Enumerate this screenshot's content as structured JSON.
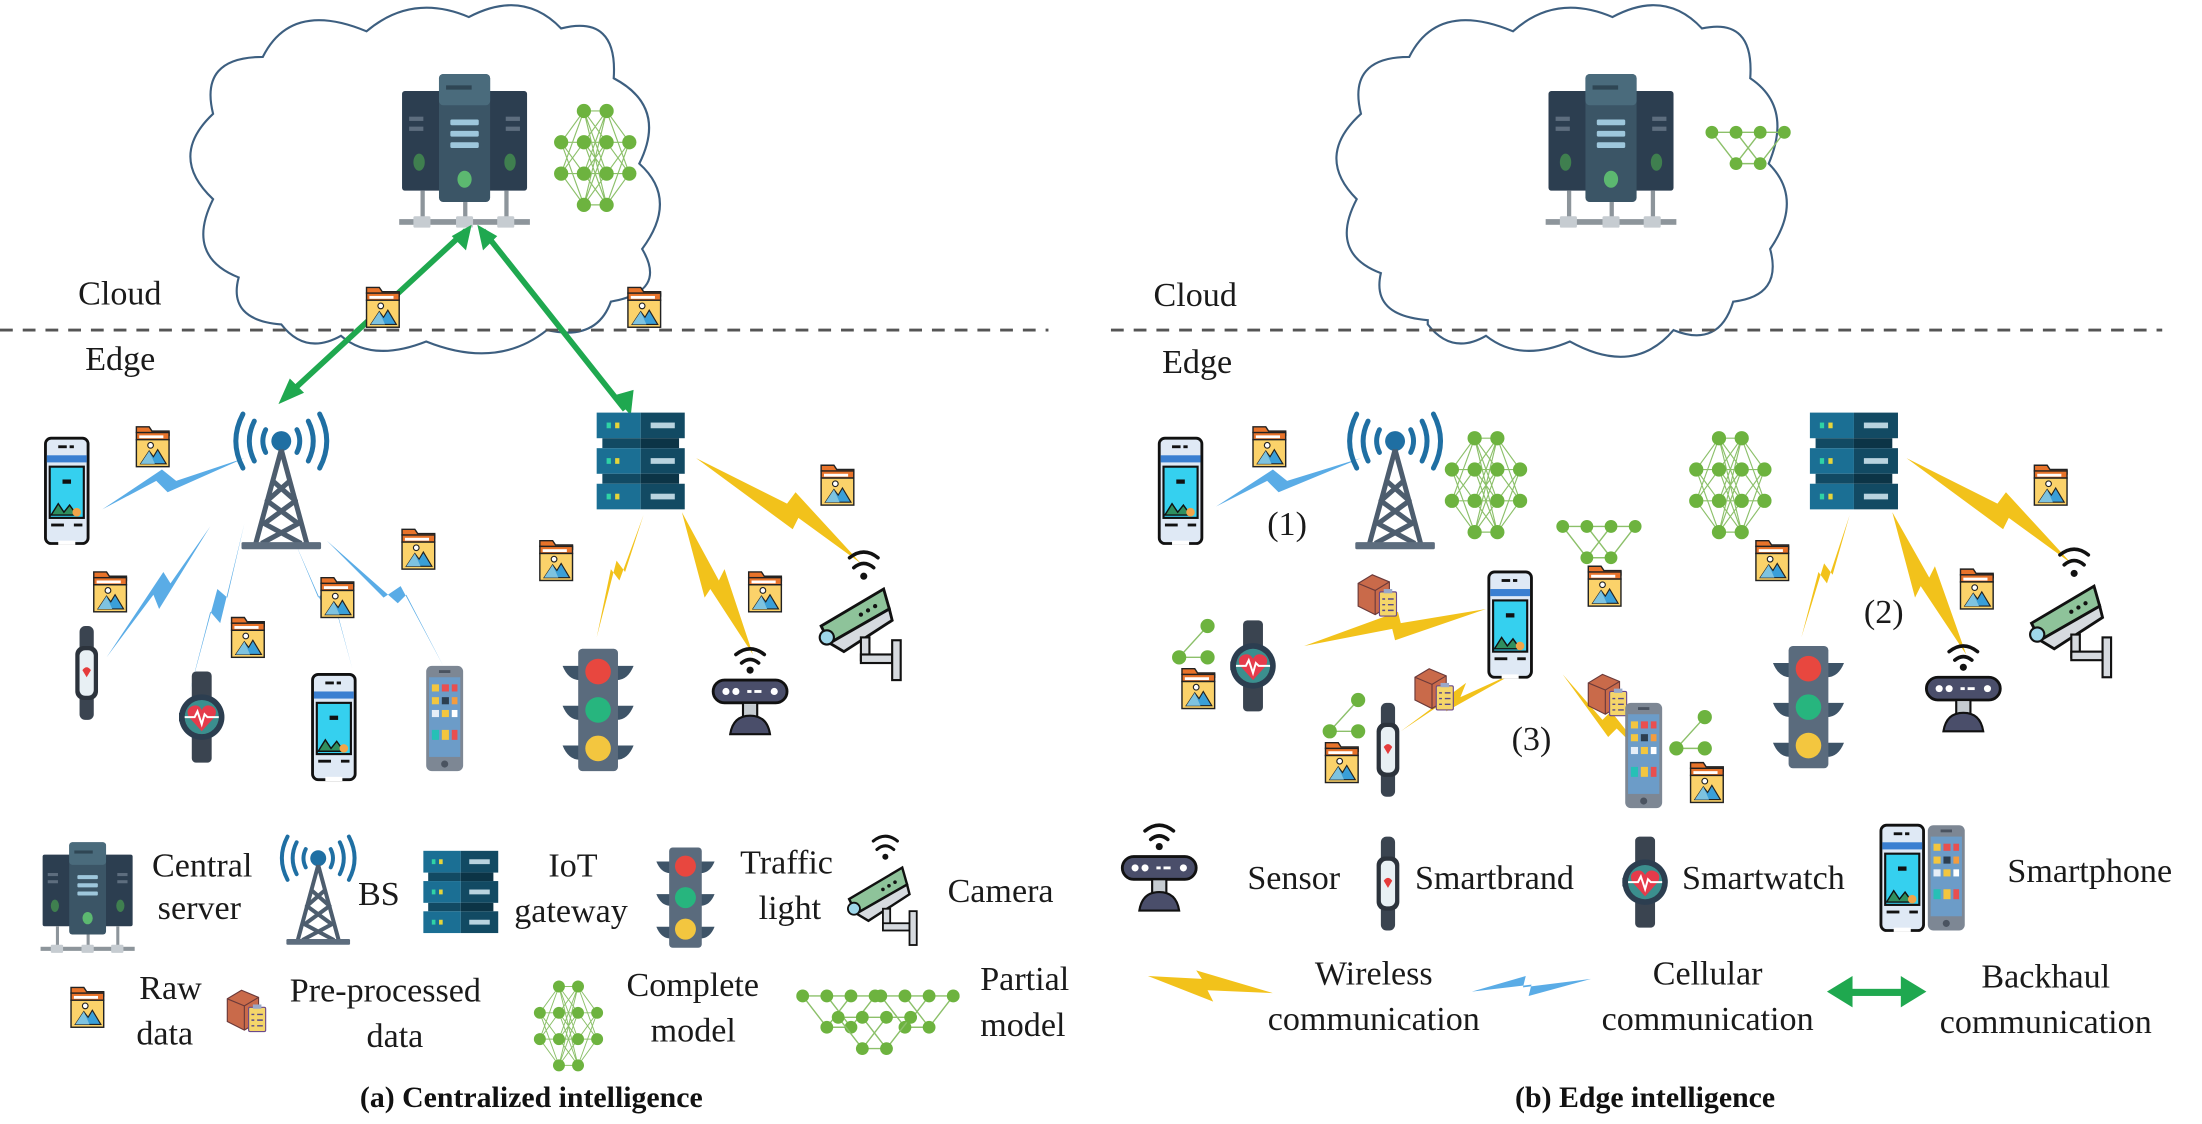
{
  "panels": [
    {
      "id": "a",
      "caption": "(a) Centralized intelligence",
      "tier_labels": {
        "cloud": "Cloud",
        "edge": "Edge"
      },
      "cloud_contents": {
        "server": "central-server",
        "model": "complete-model"
      },
      "edge_nodes": [
        "base-station",
        "iot-gateway"
      ],
      "devices": {
        "base-station": [
          "smartphone",
          "smartband",
          "smartwatch",
          "smartphone",
          "smartphone"
        ],
        "iot-gateway": [
          "traffic-light",
          "sensor",
          "camera"
        ]
      },
      "data_shown": "raw-data",
      "legend_row1": [
        {
          "icon": "central-server-icon",
          "label_line1": "Central",
          "label_line2": "server"
        },
        {
          "icon": "base-station-icon",
          "label_line1": "BS",
          "label_line2": ""
        },
        {
          "icon": "iot-gateway-icon",
          "label_line1": "IoT",
          "label_line2": "gateway"
        },
        {
          "icon": "traffic-light-icon",
          "label_line1": "Traffic",
          "label_line2": "light"
        },
        {
          "icon": "camera-icon",
          "label_line1": "Camera",
          "label_line2": ""
        }
      ],
      "legend_row2": [
        {
          "icon": "raw-data-icon",
          "label_line1": "Raw",
          "label_line2": "data"
        },
        {
          "icon": "preprocessed-data-icon",
          "label_line1": "Pre-processed",
          "label_line2": "data"
        },
        {
          "icon": "complete-model-icon",
          "label_line1": "Complete",
          "label_line2": "model"
        },
        {
          "icon": "partial-model-icon",
          "label_line1": "Partial",
          "label_line2": "model"
        }
      ]
    },
    {
      "id": "b",
      "caption": "(b) Edge intelligence",
      "tier_labels": {
        "cloud": "Cloud",
        "edge": "Edge"
      },
      "cloud_contents": {
        "server": "central-server",
        "model": "partial-model"
      },
      "annotations": [
        "(1)",
        "(2)",
        "(3)"
      ],
      "legend_row1": [
        {
          "icon": "sensor-icon",
          "label": "Sensor"
        },
        {
          "icon": "smartband-icon",
          "label": "Smartbrand"
        },
        {
          "icon": "smartwatch-icon",
          "label": "Smartwatch"
        },
        {
          "icon": "smartphone-icon",
          "label": "Smartphone"
        }
      ],
      "legend_row2": [
        {
          "icon": "wireless-link-icon",
          "label_line1": "Wireless",
          "label_line2": "communication"
        },
        {
          "icon": "cellular-link-icon",
          "label_line1": "Cellular",
          "label_line2": "communication"
        },
        {
          "icon": "backhaul-link-icon",
          "label_line1": "Backhaul",
          "label_line2": "communication"
        }
      ]
    }
  ],
  "colors": {
    "cloud_outline": "#3d5f80",
    "backhaul": "#1fa84f",
    "cellular": "#5aace6",
    "wireless": "#f2c21b",
    "model_node": "#6db33f",
    "model_edge": "#8cc06a",
    "divider": "#555555"
  }
}
